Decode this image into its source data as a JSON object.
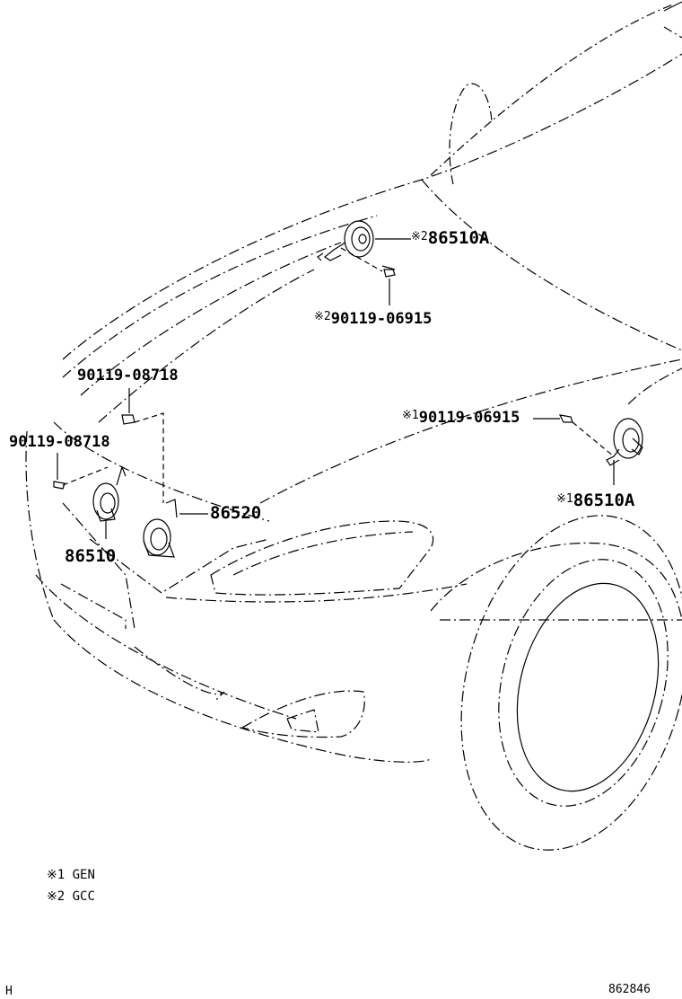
{
  "parts": {
    "horn_a_gcc": {
      "mark": "※2",
      "number": "86510A"
    },
    "bolt_gcc": {
      "mark": "※2",
      "number": "90119-06915"
    },
    "bolt_gen": {
      "mark": "※1",
      "number": "90119-06915"
    },
    "horn_a_gen": {
      "mark": "※1",
      "number": "86510A"
    },
    "bolt_upper": {
      "number": "90119-08718"
    },
    "bolt_left": {
      "number": "90119-08718"
    },
    "bracket": {
      "number": "86520"
    },
    "horn": {
      "number": "86510"
    }
  },
  "legend": [
    {
      "mark": "※1",
      "text": "GEN"
    },
    {
      "mark": "※2",
      "text": "GCC"
    }
  ],
  "footer": {
    "left": "H",
    "right": "862846"
  }
}
